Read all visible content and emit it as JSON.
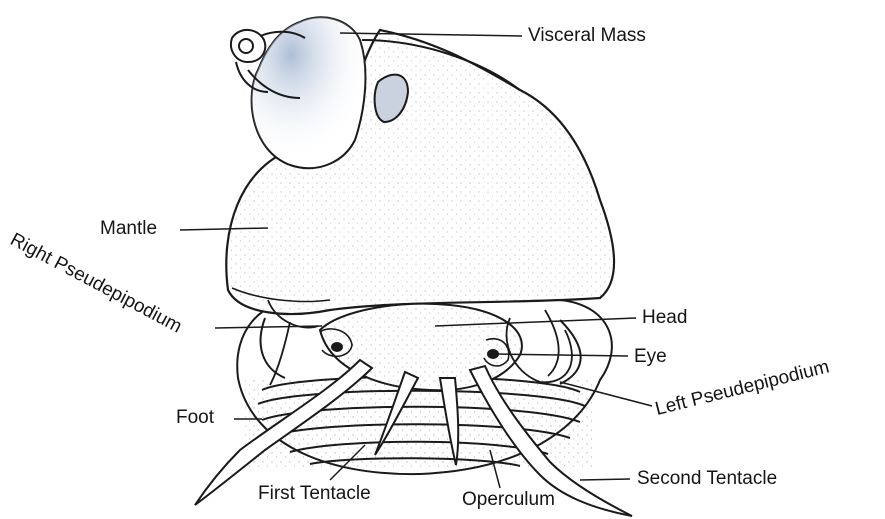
{
  "labels": {
    "visceral_mass": "Visceral Mass",
    "mantle": "Mantle",
    "right_pseudepipodium": "Right Pseudepipodium",
    "head": "Head",
    "eye": "Eye",
    "left_pseudepipodium": "Left Pseudepipodium",
    "foot": "Foot",
    "first_tentacle": "First Tentacle",
    "operculum": "Operculum",
    "second_tentacle": "Second Tentacle"
  },
  "colors": {
    "ink": "#1a1a1a",
    "shell_shade": "#9fb3cf",
    "background": "#ffffff"
  }
}
